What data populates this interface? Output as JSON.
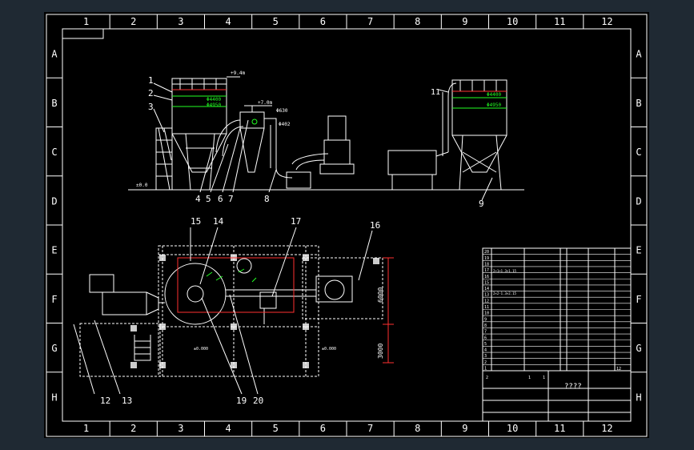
{
  "colors": {
    "background": "#1f2933",
    "sheet": "#000000",
    "line": "#ffffff",
    "dimension": "#ff3030",
    "annotation": "#22ff22"
  },
  "frame": {
    "columns": [
      "1",
      "2",
      "3",
      "4",
      "5",
      "6",
      "7",
      "8",
      "9",
      "10",
      "11",
      "12"
    ],
    "rows": [
      "A",
      "B",
      "C",
      "D",
      "E",
      "F",
      "G",
      "H"
    ]
  },
  "elevation": {
    "levels": [
      "+9.4m",
      "+7.0m",
      "±0.0"
    ],
    "duct_sizes": [
      "Φ630",
      "Φ402"
    ],
    "filter_sizes": [
      "Φ4400",
      "Φ4950"
    ],
    "part_numbers": [
      "1",
      "2",
      "3",
      "4",
      "5",
      "6",
      "7",
      "8",
      "9",
      "11"
    ]
  },
  "plan": {
    "part_numbers": [
      "15",
      "14",
      "17",
      "16",
      "12",
      "13",
      "19",
      "20"
    ],
    "dimensions": [
      "6000",
      "3000"
    ],
    "levels": [
      "±0.000",
      "±0.000"
    ]
  },
  "title_block": {
    "title": "????",
    "row_numbers": [
      "20",
      "19",
      "18",
      "17",
      "16",
      "15",
      "14",
      "13",
      "12",
      "11",
      "10",
      "9",
      "8",
      "7",
      "6",
      "5",
      "4",
      "3",
      "2",
      "1"
    ],
    "codes": [
      "2×1×1.3×1.15",
      "2×2-1.3×2.15"
    ],
    "footer_numbers": [
      "2",
      "1",
      "1",
      "12"
    ]
  }
}
